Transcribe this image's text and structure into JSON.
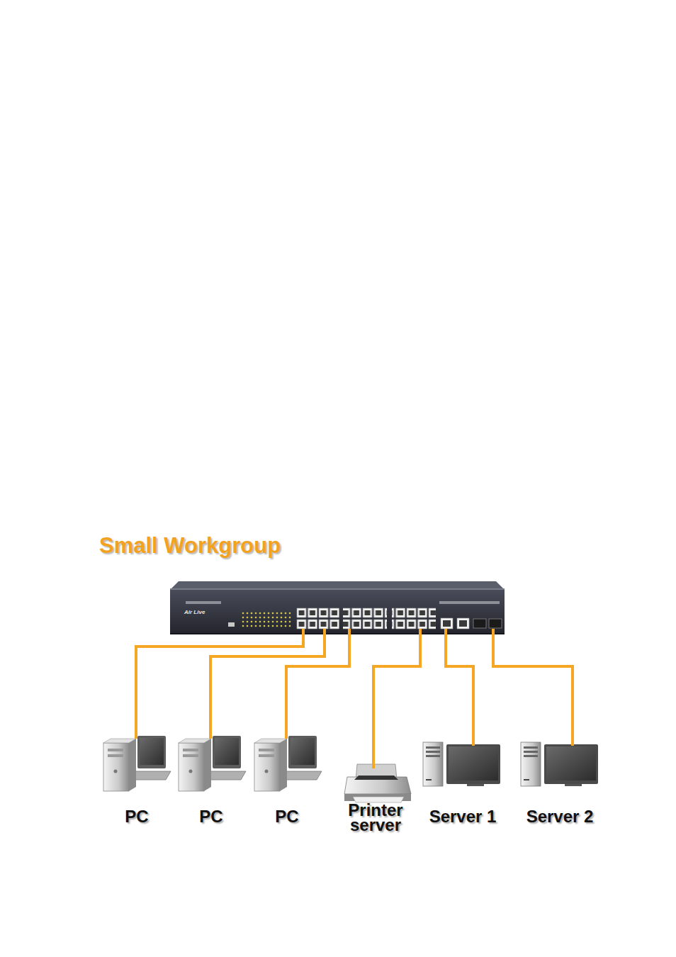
{
  "diagram": {
    "title": "Small Workgroup",
    "nodes": [
      {
        "text": [
          "Air Live"
        ]
      },
      {
        "text": [
          "PC"
        ]
      },
      {
        "text": [
          "PC"
        ]
      },
      {
        "text": [
          "PC"
        ]
      },
      {
        "text": [
          "Printer server"
        ]
      },
      {
        "text": [
          "Server 1"
        ]
      },
      {
        "text": [
          "Server 2"
        ]
      }
    ],
    "edges": [
      {
        "from": 0,
        "to": 1,
        "arrow": "none"
      },
      {
        "from": 0,
        "to": 2,
        "arrow": "none"
      },
      {
        "from": 0,
        "to": 3,
        "arrow": "none"
      },
      {
        "from": 0,
        "to": 4,
        "arrow": "none"
      },
      {
        "from": 0,
        "to": 5,
        "arrow": "none"
      },
      {
        "from": 0,
        "to": 6,
        "arrow": "none"
      }
    ]
  }
}
